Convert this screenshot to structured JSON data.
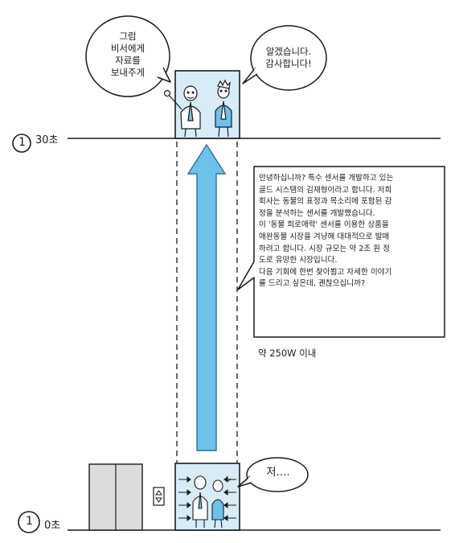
{
  "scene": {
    "colors": {
      "arrow_blue": "#6ec1ea",
      "arrow_outline": "#2f6f94",
      "elevator_fill": "#d7ecf6",
      "door_gray": "#dcdcdc",
      "ink": "#1a1a1a"
    },
    "floors": {
      "top": {
        "marker": "1",
        "time_label": "30초"
      },
      "bottom": {
        "marker": "1",
        "time_label": "0초"
      }
    },
    "bubbles": {
      "boss": [
        "그럼",
        "비서에게",
        "자료를",
        "보내주게"
      ],
      "reply": [
        "알겠습니다.",
        "감사합니다!"
      ],
      "hesitate": "저….",
      "pitch": [
        "안녕하십니까? 특수 센서를 개발하고 있는",
        "골드 시스템의 김재형이라고 합니다. 저희",
        "회사는 동물의 표정과 목소리에 포함된 감",
        "정을 분석하는 센서를 개발했습니다.",
        "이 '동물 희로애락' 센서를 이용한 상품을",
        "애완동물 시장을 겨냥해 대대적으로 발매",
        "하려고 합니다. 시장 규모는 약 2조 원 정",
        "도로 유망한 시장입니다.",
        "다음 기회에 한번 찾아뵙고 자세한 이야기",
        "를 드리고 싶은데, 괜찮으십니까?"
      ]
    },
    "word_count": "약 250W 이내",
    "icons": [
      "elevator-up-down-icon",
      "up-arrow-icon"
    ]
  }
}
